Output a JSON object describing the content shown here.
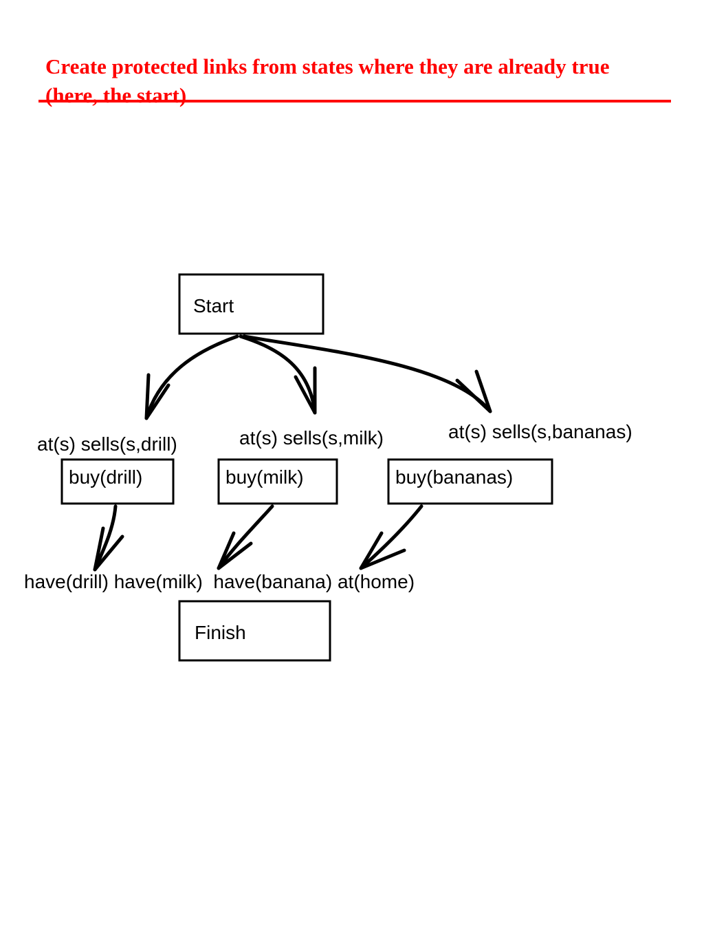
{
  "slide": {
    "title": "Create protected links from states where they are already true (here, the start)"
  },
  "diagram": {
    "start_label": "Start",
    "finish_label": "Finish",
    "preconditions": {
      "drill": "at(s) sells(s,drill)",
      "milk": "at(s) sells(s,milk)",
      "bananas": "at(s) sells(s,bananas)"
    },
    "actions": {
      "drill": "buy(drill)",
      "milk": "buy(milk)",
      "bananas": "buy(bananas)"
    },
    "goals": "have(drill) have(milk)  have(banana) at(home)"
  },
  "colors": {
    "title": "#ff0000",
    "lines": "#000000"
  }
}
